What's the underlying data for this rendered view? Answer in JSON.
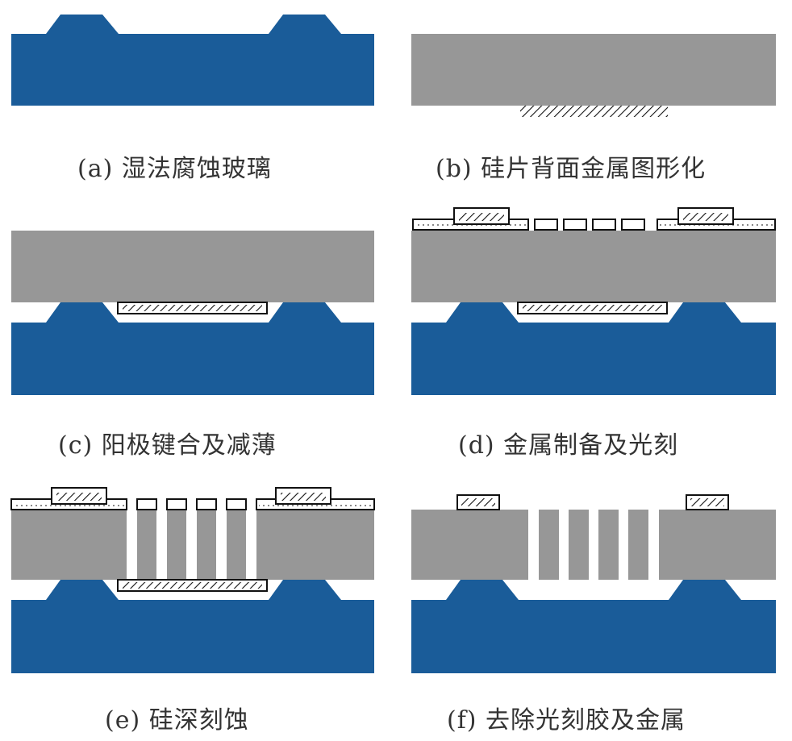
{
  "colors": {
    "glass": "#1a5c99",
    "silicon": "#979797",
    "metal_fill": "#ffffff",
    "metal_stroke": "#111111",
    "caption": "#333333"
  },
  "panels": [
    {
      "id": "a",
      "caption": "(a) 湿法腐蚀玻璃"
    },
    {
      "id": "b",
      "caption": "(b) 硅片背面金属图形化"
    },
    {
      "id": "c",
      "caption": "(c) 阳极键合及减薄"
    },
    {
      "id": "d",
      "caption": "(d) 金属制备及光刻"
    },
    {
      "id": "e",
      "caption": "(e) 硅深刻蚀"
    },
    {
      "id": "f",
      "caption": "(f) 去除光刻胶及金属"
    }
  ]
}
